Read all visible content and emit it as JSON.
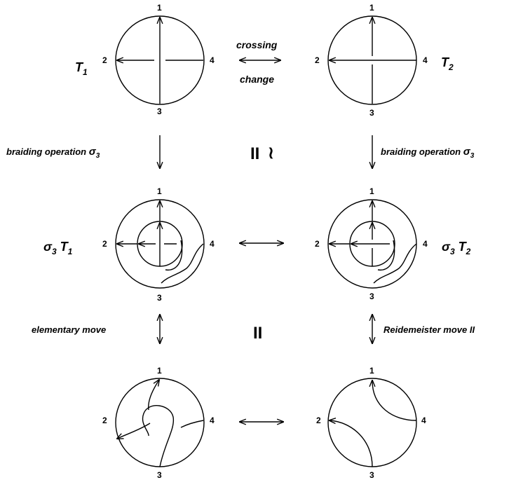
{
  "endpoints": {
    "top": "1",
    "left": "2",
    "bottom": "3",
    "right": "4"
  },
  "tangles": {
    "t1": {
      "name": "T",
      "sub": "1"
    },
    "t2": {
      "name": "T",
      "sub": "2"
    },
    "s3t1": {
      "sigma": "σ",
      "sigma_sub": "3",
      "name": "T",
      "sub": "1"
    },
    "s3t2": {
      "sigma": "σ",
      "sigma_sub": "3",
      "name": "T",
      "sub": "2"
    }
  },
  "labels": {
    "crossing": "crossing",
    "change": "change",
    "braiding_left": "braiding operation",
    "braiding_right": "braiding operation",
    "sigma": "σ",
    "sigma_sub": "3",
    "elementary_move": "elementary move",
    "reidemeister": "Reidemeister move II"
  },
  "relations": {
    "isotopic": "II",
    "tilde": "≀",
    "equal": "II"
  }
}
